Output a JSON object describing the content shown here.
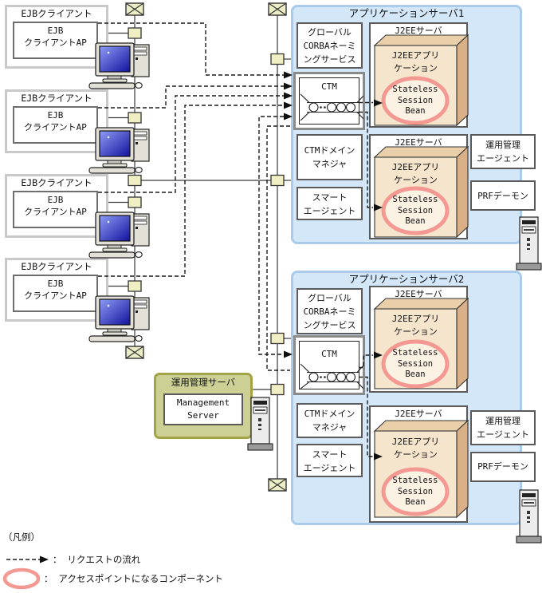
{
  "clients": {
    "box_label": "EJBクライアント",
    "ap_label": [
      "EJB",
      "クライアントAP"
    ]
  },
  "app_servers": [
    {
      "title": "アプリケーションサーバ1"
    },
    {
      "title": "アプリケーションサーバ2"
    }
  ],
  "components": {
    "naming": [
      "グローバル",
      "CORBAネーミ",
      "ングサービス"
    ],
    "ctm": "CTM",
    "ctm_domain": [
      "CTMドメイン",
      "マネジャ"
    ],
    "smart_agent": [
      "スマート",
      "エージェント"
    ],
    "j2ee_server": "J2EEサーバ",
    "j2ee_app": [
      "J2EEアプリ",
      "ケーション"
    ],
    "stateless_bean": [
      "Stateless",
      "Session",
      "Bean"
    ],
    "mgmt_agent": [
      "運用管理",
      "エージェント"
    ],
    "prf_daemon": "PRFデーモン"
  },
  "management_server": {
    "title": "運用管理サーバ",
    "label": [
      "Management",
      "Server"
    ]
  },
  "legend": {
    "title": "（凡例）",
    "request_flow": "： リクエストの流れ",
    "access_point": "： アクセスポイントになるコンポーネント"
  },
  "colors": {
    "app_server_bg": "#d3e7f9",
    "app_server_border": "#aacbea",
    "mgmt_server_bg": "#cdd094",
    "mgmt_server_border": "#a2a445",
    "access_point_accent": "#f49892",
    "j2ee_app_front": "#f5e5cd",
    "j2ee_app_side": "#d9b088",
    "j2ee_app_top": "#e9d0ab",
    "connector_fill": "#f0efc4"
  }
}
